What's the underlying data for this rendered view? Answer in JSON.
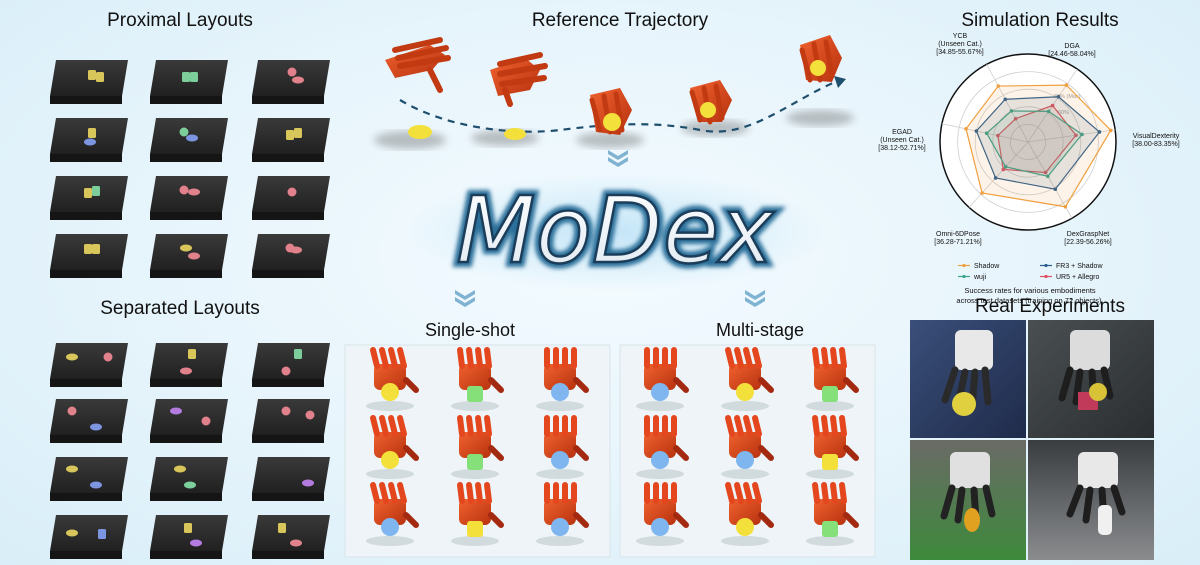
{
  "sections": {
    "proximal": "Proximal Layouts",
    "separated": "Separated Layouts",
    "reference": "Reference Trajectory",
    "simulation": "Simulation Results",
    "single_shot": "Single-shot",
    "multi_stage": "Multi-stage",
    "real": "Real Experiments"
  },
  "logo_text": "MoDex",
  "radar": {
    "axes": [
      {
        "name": "VisualDexterity",
        "range": "[38.00-83.35%]"
      },
      {
        "name": "DGA",
        "range": "[24.46-58.04%]"
      },
      {
        "name": "YCB\n(Unseen Cat.)",
        "range": "[34.85-55.67%]"
      },
      {
        "name": "EGAD\n(Unseen Cat.)",
        "range": "[38.12-52.71%]"
      },
      {
        "name": "Omni-6DPose",
        "range": "[36.28-71.21%]"
      },
      {
        "name": "DexGraspNet",
        "range": "[22.39-56.26%]"
      }
    ],
    "ring_labels": [
      "80% (Max)",
      "60%"
    ],
    "series": [
      {
        "name": "Shadow",
        "color": "#f0a040",
        "values": [
          0.95,
          0.78,
          0.72,
          0.72,
          0.78,
          0.85
        ]
      },
      {
        "name": "FR3 + Shadow",
        "color": "#2a5e8e",
        "values": [
          0.82,
          0.62,
          0.55,
          0.6,
          0.55,
          0.62
        ]
      },
      {
        "name": "wuji",
        "color": "#3aa58a",
        "values": [
          0.62,
          0.42,
          0.4,
          0.48,
          0.38,
          0.45
        ]
      },
      {
        "name": "UR5 + Allegro",
        "color": "#e05060",
        "values": [
          0.55,
          0.5,
          0.3,
          0.35,
          0.42,
          0.4
        ]
      }
    ],
    "caption_line1": "Success rates for various embodiments",
    "caption_line2": "across test datasets (training on 72 objects)."
  },
  "colors": {
    "hand": "#e4471e",
    "hand_dark": "#a32a10",
    "table": "#2b2b2b",
    "panel_bg": "#eef4f7",
    "yellow": "#d9c65a",
    "green": "#7ccf9b",
    "pink": "#e0818b",
    "blue": "#7b95e0",
    "purple": "#b37be0"
  }
}
